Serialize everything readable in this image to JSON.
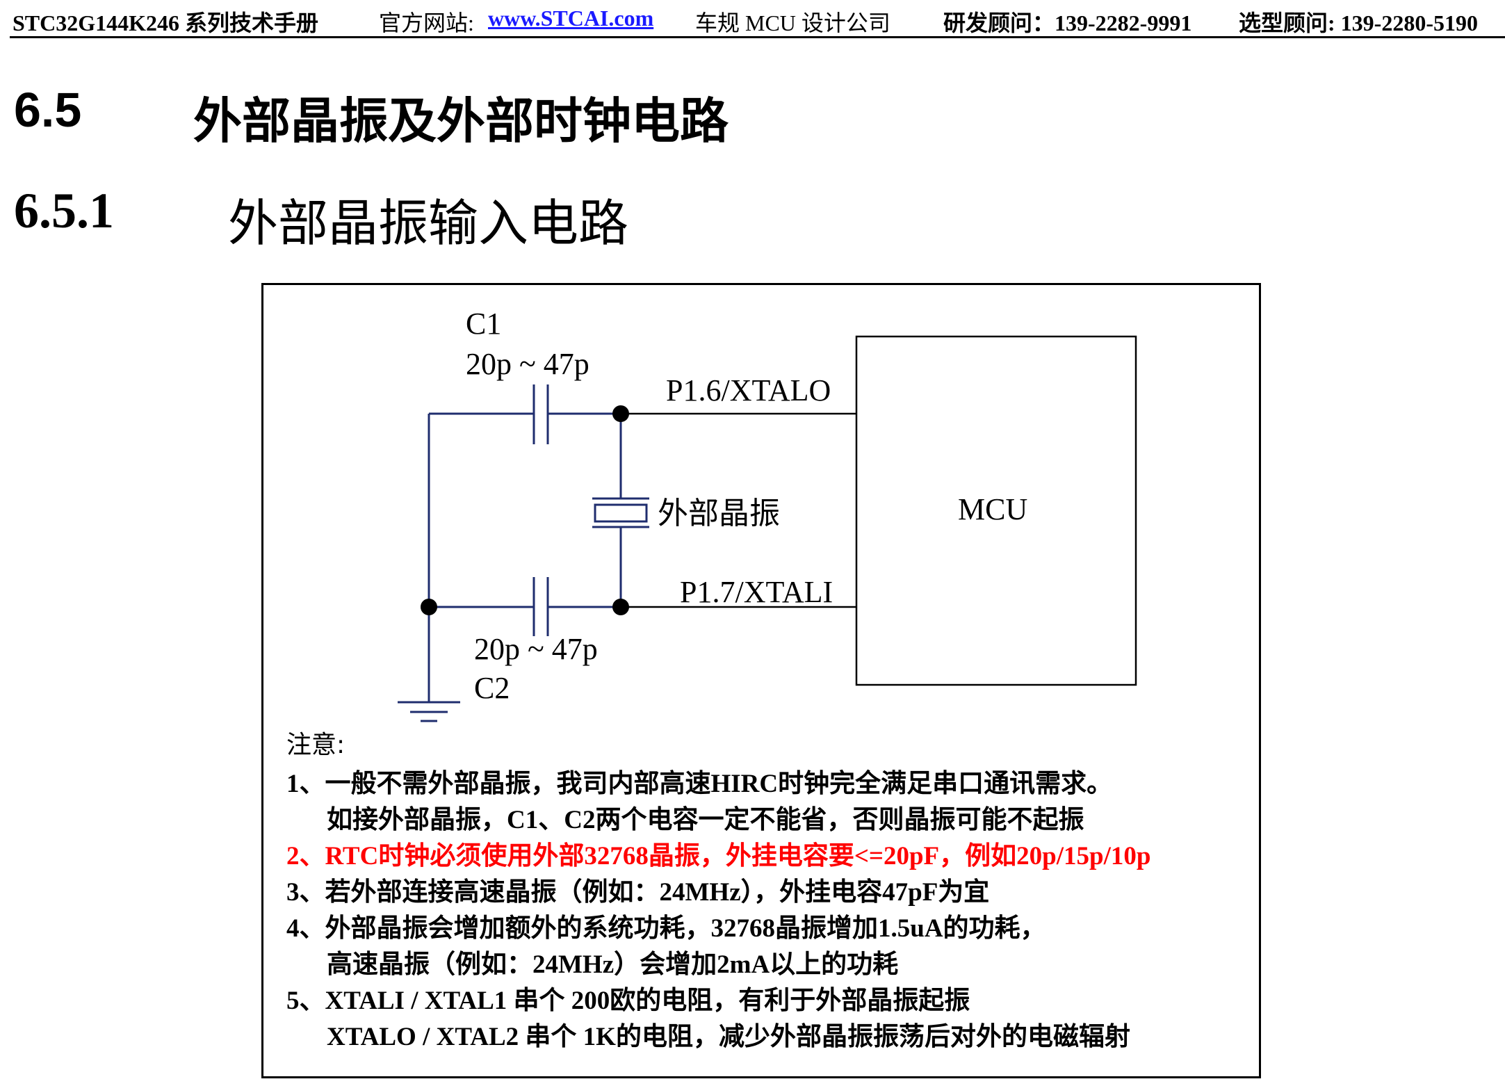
{
  "header": {
    "manual": "STC32G144K246 系列技术手册",
    "site_label": "官方网站:",
    "site_url": "www.STCAI.com",
    "company": "车规 MCU 设计公司",
    "rd_consultant": "研发顾问：139-2282-9991",
    "sales_consultant": "选型顾问: 139-2280-5190"
  },
  "section": {
    "number": "6.5",
    "title": "外部晶振及外部时钟电路"
  },
  "subsection": {
    "number": "6.5.1",
    "title": "外部晶振输入电路"
  },
  "diagram": {
    "c1_label": "C1",
    "c1_value": "20p ~ 47p",
    "c2_label": "C2",
    "c2_value": "20p ~ 47p",
    "pin_out": "P1.6/XTALO",
    "pin_in": "P1.7/XTALI",
    "crystal_label": "外部晶振",
    "chip_label": "MCU"
  },
  "notes": {
    "title": "注意:",
    "lines": [
      "1、一般不需外部晶振，我司内部高速HIRC时钟完全满足串口通讯需求。",
      "如接外部晶振，C1、C2两个电容一定不能省，否则晶振可能不起振",
      "2、RTC时钟必须使用外部32768晶振，外挂电容要<=20pF，例如20p/15p/10p",
      "3、若外部连接高速晶振（例如：24MHz），外挂电容47pF为宜",
      "4、外部晶振会增加额外的系统功耗，32768晶振增加1.5uA的功耗，",
      "高速晶振（例如：24MHz）会增加2mA以上的功耗",
      "5、XTALI / XTAL1 串个 200欧的电阻，有利于外部晶振起振",
      "XTALO / XTAL2 串个 1K的电阻，减少外部晶振振荡后对外的电磁辐射"
    ]
  },
  "colors": {
    "wire": "#1f2d6e",
    "warning": "#ff0000",
    "link": "#1a1aff"
  }
}
